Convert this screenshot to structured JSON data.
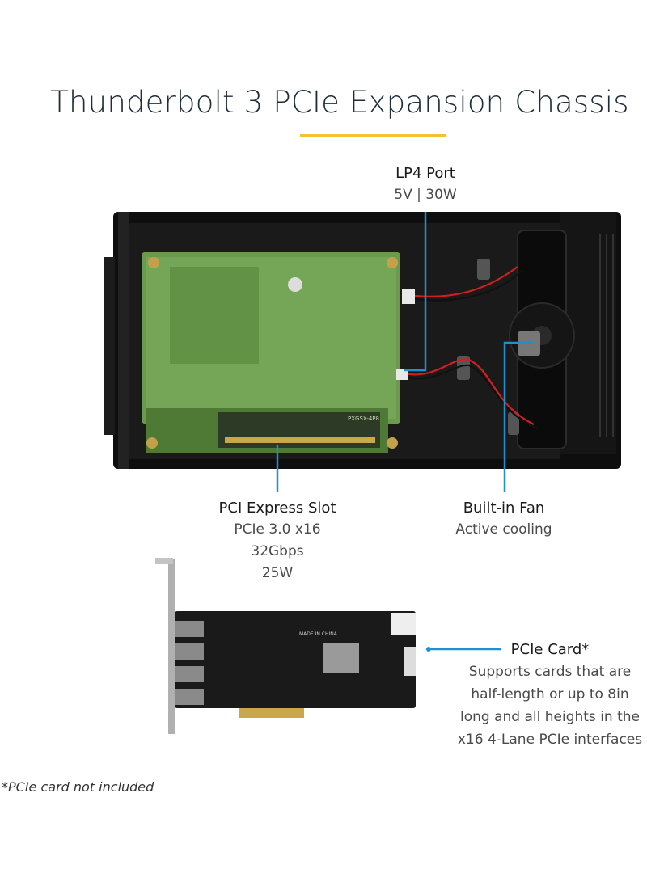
{
  "title": "Thunderbolt 3 PCIe Expansion Chassis",
  "callouts": {
    "lp4": {
      "heading": "LP4 Port",
      "detail": "5V | 30W"
    },
    "pci_slot": {
      "heading": "PCI Express Slot",
      "lines": [
        "PCIe 3.0 x16",
        "32Gbps",
        "25W"
      ]
    },
    "fan": {
      "heading": "Built-in Fan",
      "detail": "Active cooling"
    },
    "card": {
      "heading": "PCIe Card*",
      "lines": [
        "Supports cards that are",
        "half-length or up to 8in",
        "long and all heights in the",
        "x16 4-Lane PCIe interfaces"
      ]
    }
  },
  "board_markings": {
    "pcb_text": "PXGSX-4P8",
    "chip_text": "MADE IN CHINA"
  },
  "footnote": "*PCIe card not included",
  "colors": {
    "accent_rule": "#f2c230",
    "leader_line": "#1e8fd0",
    "title_text": "#1f2d3a",
    "chassis": "#111111",
    "pcb_green": "#6a9a4c"
  }
}
